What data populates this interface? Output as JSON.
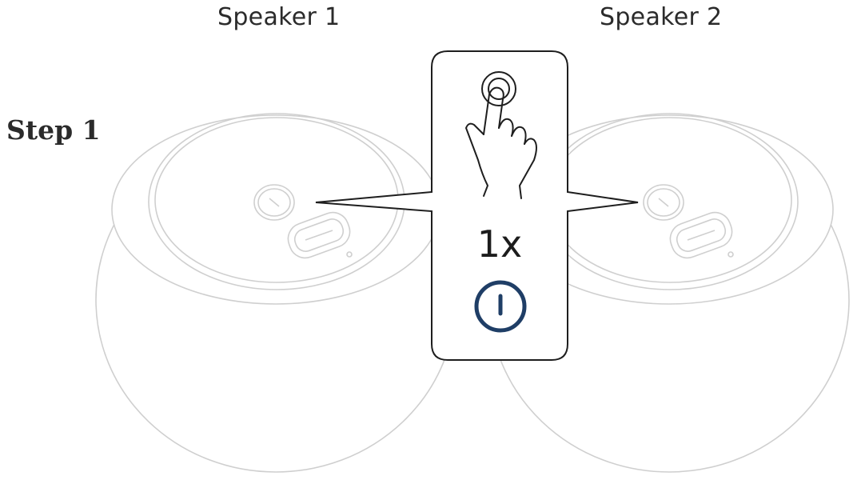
{
  "labels": {
    "speaker_1": "Speaker 1",
    "speaker_2": "Speaker 2",
    "step": "Step 1",
    "press_count": "1x"
  },
  "icons": {
    "press_finger": "finger-tap-icon",
    "power": "power-icon"
  },
  "colors": {
    "line_art": "#cfcfcf",
    "callout_outline": "#1e1e1e",
    "power_icon": "#1f3e66",
    "text": "#2b2b2b"
  }
}
